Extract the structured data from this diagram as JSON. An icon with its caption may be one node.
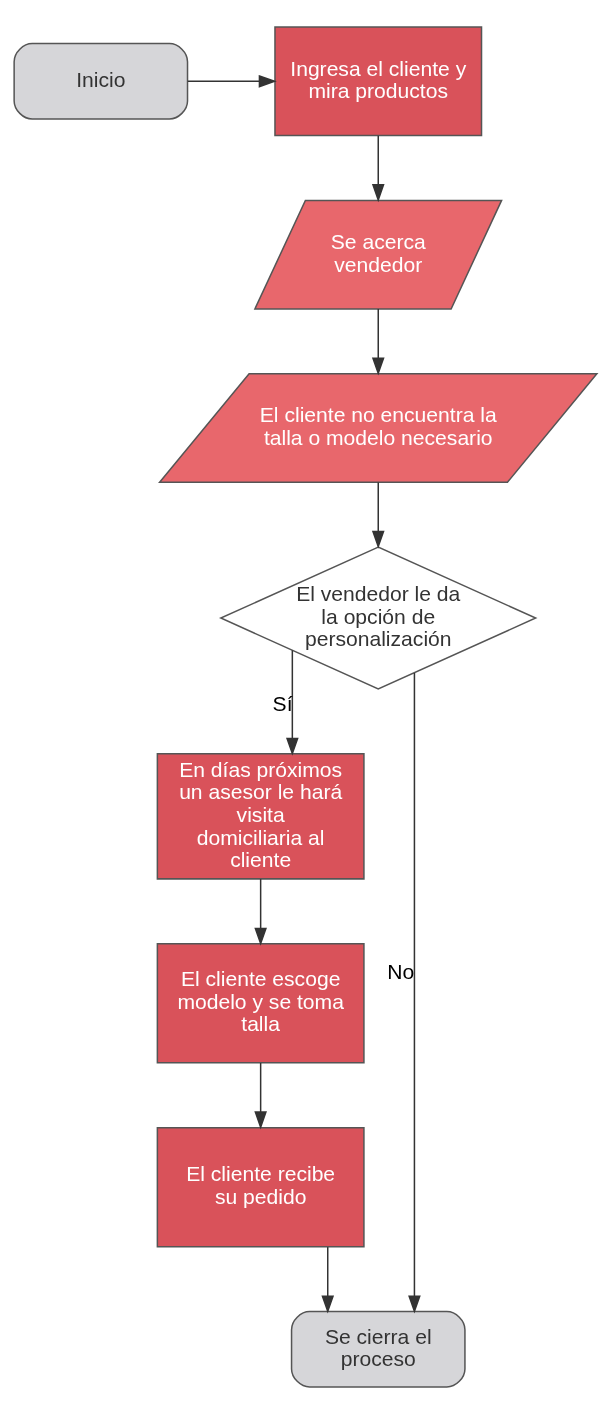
{
  "diagram": {
    "nodes": [
      {
        "text": [
          "Inicio"
        ]
      },
      {
        "text": [
          "Ingresa el cliente y mira productos"
        ]
      },
      {
        "text": [
          "Se acerca vendedor"
        ]
      },
      {
        "text": [
          "El cliente no encuentra la talla o modelo necesario"
        ]
      },
      {
        "text": [
          "El vendedor le da la opción de personalización"
        ]
      },
      {
        "text": [
          "En días próximos un asesor le hará visita domiciliaria al cliente"
        ]
      },
      {
        "text": [
          "El cliente escoge modelo y se toma talla"
        ]
      },
      {
        "text": [
          "El cliente recibe su pedido"
        ]
      },
      {
        "text": [
          "Se cierra el proceso"
        ]
      }
    ],
    "edges": [
      {
        "from": 0,
        "to": 1,
        "arrow": "to"
      },
      {
        "from": 1,
        "to": 2,
        "arrow": "to"
      },
      {
        "from": 2,
        "to": 3,
        "arrow": "to"
      },
      {
        "from": 3,
        "to": 4,
        "arrow": "to"
      },
      {
        "from": 4,
        "to": 5,
        "arrow": "to",
        "label": "Sí"
      },
      {
        "from": 5,
        "to": 6,
        "arrow": "to"
      },
      {
        "from": 6,
        "to": 7,
        "arrow": "to"
      },
      {
        "from": 7,
        "to": 8,
        "arrow": "to"
      },
      {
        "from": 4,
        "to": 8,
        "arrow": "to",
        "label": "No"
      }
    ]
  }
}
